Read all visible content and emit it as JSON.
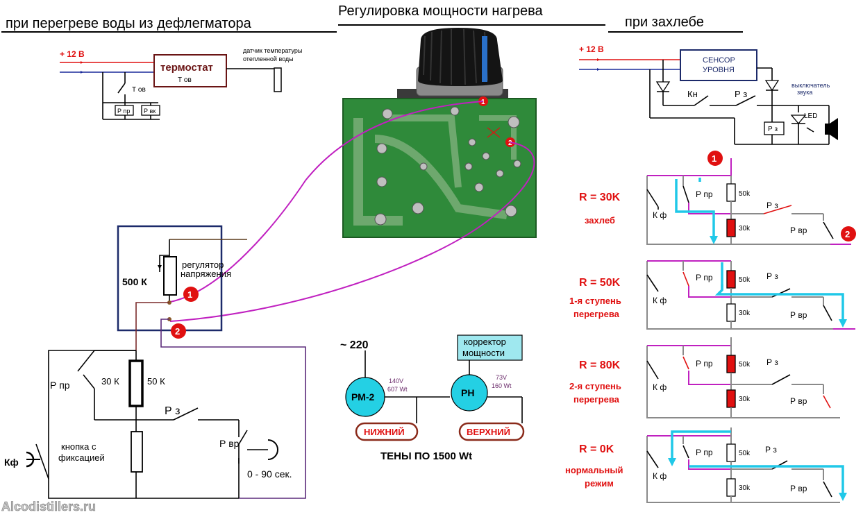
{
  "titles": {
    "left": "при перегреве воды из дефлегматора",
    "center": "Регулировка мощности нагрева",
    "right": "при захлебе"
  },
  "left_top": {
    "supply": "+ 12 В",
    "thermostat": "термостат",
    "thermostat_sub": "Т ов",
    "sensor_line1": "датчик температуры",
    "sensor_line2": "отепленной воды",
    "switch_label": "Т ов",
    "relay1": "Р пр",
    "relay2": "Р вк"
  },
  "left_bottom": {
    "pot_label": "500 К",
    "regulator_line1": "регулятор",
    "regulator_line2": "напряжения",
    "p_pr": "Р пр",
    "r30": "30 К",
    "r50": "50 К",
    "p_z": "Р з",
    "p_vr": "Р вр",
    "button_line1": "кнопка с",
    "button_line2": "фиксацией",
    "kf": "Кф",
    "timer": "0 - 90 сек.",
    "marker1": "1",
    "marker2": "2"
  },
  "center": {
    "ac": "~ 220",
    "corrector_line1": "корректор",
    "corrector_line2": "мощности",
    "pm2": "РМ-2",
    "pm2_v": "140V",
    "pm2_w": "607 Wt",
    "ph": "РН",
    "ph_v": "73V",
    "ph_w": "160 Wt",
    "lower": "НИЖНИЙ",
    "upper": "ВЕРХНИЙ",
    "heaters": "ТЕНЫ ПО 1500 Wt",
    "pcb_marker1": "1",
    "pcb_marker2": "2"
  },
  "right_top": {
    "supply": "+ 12 В",
    "sensor_line1": "СЕНСОР",
    "sensor_line2": "УРОВНЯ",
    "kn": "Кн",
    "p_z": "Р з",
    "switch_line1": "выключатель",
    "switch_line2": "звука",
    "led": "LED",
    "relay": "Р з"
  },
  "panels": [
    {
      "r": "R = 30K",
      "desc1": "захлеб",
      "desc2": "",
      "kf": "К ф",
      "p_pr": "Р пр",
      "p_z": "Р з",
      "p_vr": "Р вр",
      "r_top": "50k",
      "r_bot": "30k"
    },
    {
      "r": "R = 50K",
      "desc1": "1-я ступень",
      "desc2": "перегрева",
      "kf": "К ф",
      "p_pr": "Р пр",
      "p_z": "Р з",
      "p_vr": "Р вр",
      "r_top": "50k",
      "r_bot": "30k"
    },
    {
      "r": "R = 80K",
      "desc1": "2-я ступень",
      "desc2": "перегрева",
      "kf": "К ф",
      "p_pr": "Р пр",
      "p_z": "Р з",
      "p_vr": "Р вр",
      "r_top": "50k",
      "r_bot": "30k"
    },
    {
      "r": "R = 0K",
      "desc1": "нормальный",
      "desc2": "режим",
      "kf": "К ф",
      "p_pr": "Р пр",
      "p_z": "Р з",
      "p_vr": "Р вр",
      "r_top": "50k",
      "r_bot": "30k"
    }
  ],
  "panel_markers": {
    "m1": "1",
    "m2": "2"
  },
  "watermark": "Alcodistillers.ru",
  "colors": {
    "accent_red": "#e01010",
    "wire_magenta": "#c020c0",
    "current_cyan": "#20c8e8",
    "pcb_green": "#2f8a3a",
    "label_box": "#9fe8ef"
  }
}
